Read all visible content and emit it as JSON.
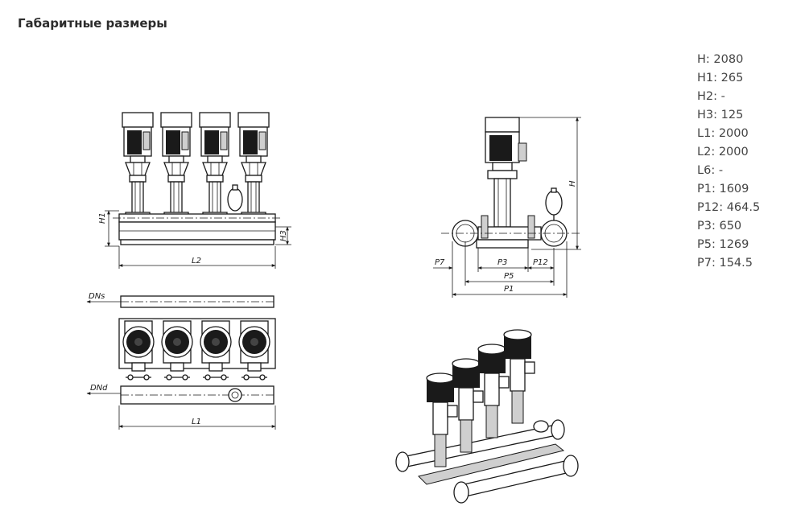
{
  "page": {
    "title": "Габаритные размеры"
  },
  "specs": [
    {
      "label": "H",
      "value": "2080"
    },
    {
      "label": "H1",
      "value": "265"
    },
    {
      "label": "H2",
      "value": "-"
    },
    {
      "label": "H3",
      "value": "125"
    },
    {
      "label": "L1",
      "value": "2000"
    },
    {
      "label": "L2",
      "value": "2000"
    },
    {
      "label": "L6",
      "value": "-"
    },
    {
      "label": "P1",
      "value": "1609"
    },
    {
      "label": "P12",
      "value": "464.5"
    },
    {
      "label": "P3",
      "value": "650"
    },
    {
      "label": "P5",
      "value": "1269"
    },
    {
      "label": "P7",
      "value": "154.5"
    }
  ],
  "drawing_labels": {
    "h1": "H1",
    "h3": "H3",
    "l2": "L2",
    "l1": "L1",
    "dns": "DNs",
    "dnd": "DNd",
    "h": "H",
    "p7": "P7",
    "p3": "P3",
    "p12": "P12",
    "p5": "P5",
    "p1": "P1"
  }
}
